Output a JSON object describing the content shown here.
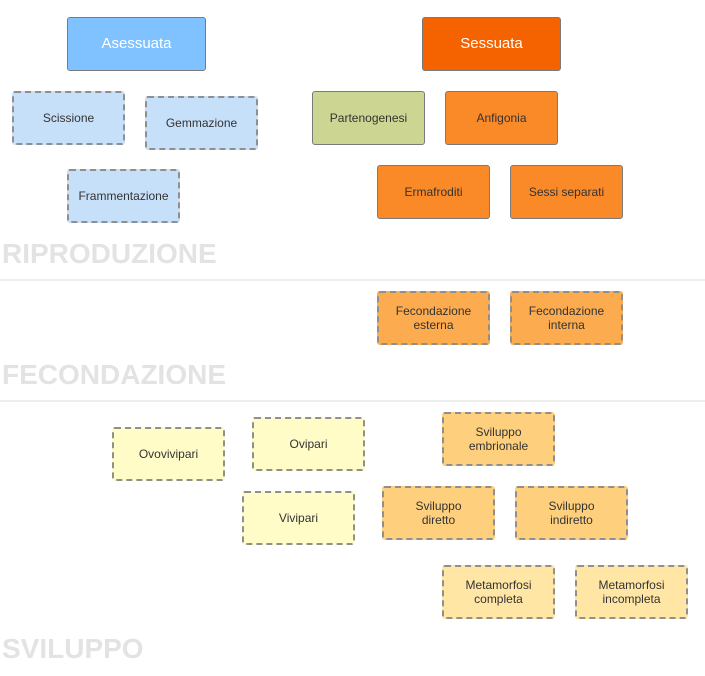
{
  "nodes": {
    "asessuata": "Asessuata",
    "sessuata": "Sessuata",
    "scissione": "Scissione",
    "gemmazione": "Gemmazione",
    "frammentazione": "Frammentazione",
    "partenogenesi": "Partenogenesi",
    "anfigonia": "Anfigonia",
    "ermafroditi": "Ermafroditi",
    "sessi_separati": "Sessi separati",
    "fecondazione_esterna": "Fecondazione\nesterna",
    "fecondazione_interna": "Fecondazione\ninterna",
    "ovovivipari": "Ovovivipari",
    "ovipari": "Ovipari",
    "vivipari": "Vivipari",
    "sviluppo_embrionale": "Sviluppo\nembrionale",
    "sviluppo_diretto": "Sviluppo\ndiretto",
    "sviluppo_indiretto": "Sviluppo\nindiretto",
    "metamorfosi_completa": "Metamorfosi\ncompleta",
    "metamorfosi_incompleta": "Metamorfosi\nincompleta"
  },
  "sections": {
    "riproduzione": "RIPRODUZIONE",
    "fecondazione": "FECONDAZIONE",
    "sviluppo": "SVILUPPO"
  },
  "colors": {
    "asessuata": "#80c2ff",
    "sessuata": "#f56200",
    "asexual_leaf": "#c7e0fa",
    "partenogenesi": "#ccd692",
    "sexual_leaf": "#fa8928",
    "fecondazione": "#fcab4f",
    "sviluppo": "#fed07d",
    "metamorfosi": "#ffe6a4",
    "egg_types": "#fffcc8",
    "section_label": "#e3e3e3"
  }
}
